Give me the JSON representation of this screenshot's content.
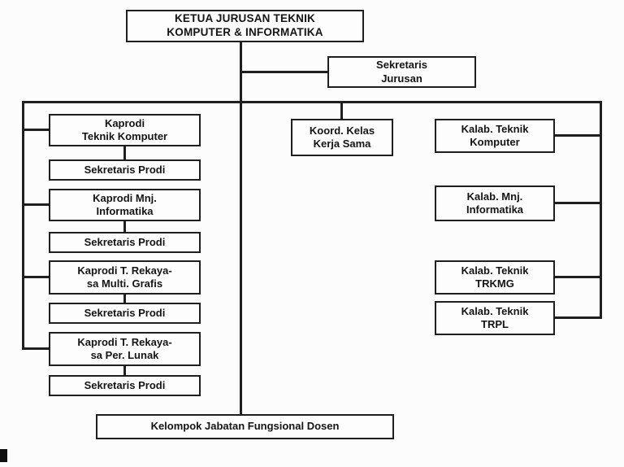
{
  "colors": {
    "ink": "#1f1f1f",
    "paper": "#fcfcfc",
    "box_fill": "#fdfdfd",
    "text": "#141414"
  },
  "org": {
    "root": "KETUA JURUSAN TEKNIK\nKOMPUTER & INFORMATIKA",
    "sekretaris_jurusan": "Sekretaris\nJurusan",
    "koordinator": "Koord. Kelas\nKerja Sama",
    "left": [
      {
        "kaprodi": "Kaprodi\nTeknik Komputer",
        "sekretaris": "Sekretaris Prodi"
      },
      {
        "kaprodi": "Kaprodi Mnj.\nInformatika",
        "sekretaris": "Sekretaris Prodi"
      },
      {
        "kaprodi": "Kaprodi T. Rekaya-\nsa Multi. Grafis",
        "sekretaris": "Sekretaris Prodi"
      },
      {
        "kaprodi": "Kaprodi T. Rekaya-\nsa Per. Lunak",
        "sekretaris": "Sekretaris Prodi"
      }
    ],
    "right": [
      "Kalab. Teknik\nKomputer",
      "Kalab. Mnj.\nInformatika",
      "Kalab. Teknik\nTRKMG",
      "Kalab. Teknik\nTRPL"
    ],
    "bottom": "Kelompok Jabatan Fungsional Dosen"
  }
}
